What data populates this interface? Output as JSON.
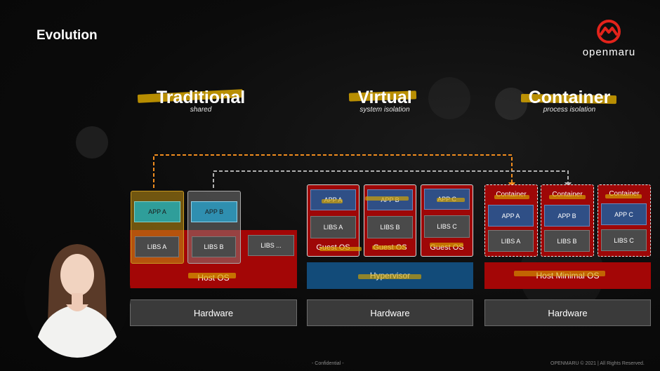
{
  "slide": {
    "title": "Evolution",
    "logo_text": "openmaru",
    "footer_center": "- Confidential -",
    "footer_right": "OPENMARU © 2021 | All Rights Reserved."
  },
  "traditional": {
    "heading": "Traditional",
    "subheading": "shared",
    "apps": [
      "APP A",
      "APP B"
    ],
    "libs": [
      "LIBS A",
      "LIBS B",
      "LIBS ..."
    ],
    "host_os": "Host OS",
    "hardware": "Hardware"
  },
  "virtual": {
    "heading": "Virtual",
    "subheading": "system isolation",
    "vms": [
      {
        "app": "APP A",
        "libs": "LIBS A",
        "os": "Guest OS"
      },
      {
        "app": "APP B",
        "libs": "LIBS B",
        "os": "Guest OS"
      },
      {
        "app": "APP C",
        "libs": "LIBS C",
        "os": "Guest OS"
      }
    ],
    "hypervisor": "Hypervisor",
    "hardware": "Hardware"
  },
  "container": {
    "heading": "Container",
    "subheading": "process isolation",
    "containers": [
      {
        "label": "Container",
        "app": "APP A",
        "libs": "LIBS A"
      },
      {
        "label": "Container",
        "app": "APP B",
        "libs": "LIBS B"
      },
      {
        "label": "Container",
        "app": "APP C",
        "libs": "LIBS C"
      }
    ],
    "host_os": "Host Minimal OS",
    "hardware": "Hardware"
  },
  "colors": {
    "highlight": "#d6a400",
    "host_red": "#a30606",
    "hypervisor_blue": "#124b79",
    "arrow_orange": "#f08c1e",
    "arrow_gray": "#b0b0b0"
  }
}
